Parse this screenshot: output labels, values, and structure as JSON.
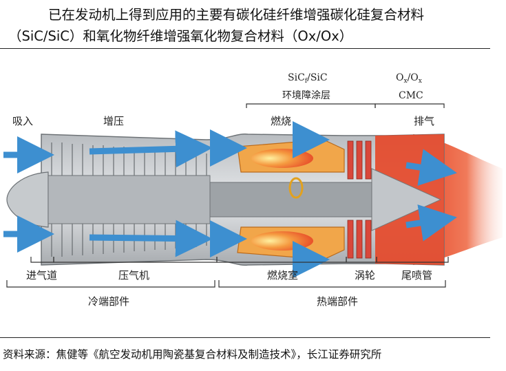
{
  "title": {
    "line1": "已在发动机上得到应用的主要有碳化硅纤维增强碳化硅复合材料",
    "line2": "（SiC/SiC）和氧化物纤维增强氧化物复合材料（Ox/Ox）"
  },
  "diagram": {
    "top_labels": {
      "intake": "吸入",
      "compress": "增压",
      "burn": "燃烧",
      "exhaust": "排气",
      "sic_material": "SiC",
      "sic_sub": "f",
      "sic_rest": "/SiC",
      "ebc": "环境障涂层",
      "ox_1": "O",
      "ox_sub1": "x",
      "ox_sep": "/O",
      "ox_sub2": "x",
      "cmc": "CMC"
    },
    "bottom_labels": {
      "inlet": "进气道",
      "compressor": "压气机",
      "combustor": "燃烧室",
      "turbine": "涡轮",
      "nozzle": "尾喷管",
      "cold_section": "冷端部件",
      "hot_section": "热端部件"
    }
  },
  "source": "资料来源：焦健等《航空发动机用陶瓷基复合材料及制造技术》，长江证券研究所",
  "colors": {
    "airflow": "#3d8fd0",
    "hot": "#e8502a",
    "casing": "#8c9196",
    "combustor": "#e8a040"
  }
}
